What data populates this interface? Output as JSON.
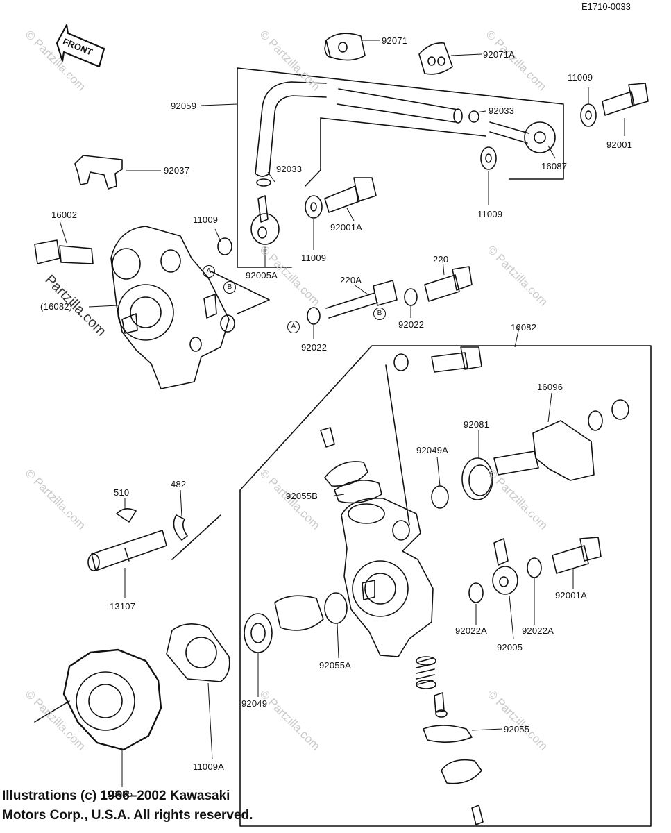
{
  "diagram_ref": "E1710-0033",
  "front_label": "FRONT",
  "watermark": "© Partzilla.com",
  "partzilla_overlay": "Partzilla.com",
  "circle_a": "A",
  "circle_b": "B",
  "copyright": {
    "line1": "Illustrations (c) 1966–2002 Kawasaki",
    "line2": "Motors Corp., U.S.A.  All rights reserved."
  },
  "parts": {
    "p92071": "92071",
    "p92071A": "92071A",
    "p92059": "92059",
    "p11009_top": "11009",
    "p92033_top": "92033",
    "p92001": "92001",
    "p16087": "16087",
    "p11009_right": "11009",
    "p92037": "92037",
    "p92033_left": "92033",
    "p16002": "16002",
    "p11009_left": "11009",
    "p92001A_top": "92001A",
    "p92005A": "92005A",
    "p11009_mid": "11009",
    "p16082_paren": "(16082)",
    "p220A": "220A",
    "p220": "220",
    "p92022_b": "92022",
    "p92022_a": "92022",
    "p16082": "16082",
    "p16096": "16096",
    "p92081": "92081",
    "p92049A": "92049A",
    "p92055B": "92055B",
    "p510": "510",
    "p482": "482",
    "p13107": "13107",
    "p92001A_bot": "92001A",
    "p92022A_left": "92022A",
    "p92022A_right": "92022A",
    "p92005": "92005",
    "p92055A": "92055A",
    "p92049": "92049",
    "p11009A": "11009A",
    "p92055": "92055",
    "p16085": "16085"
  }
}
